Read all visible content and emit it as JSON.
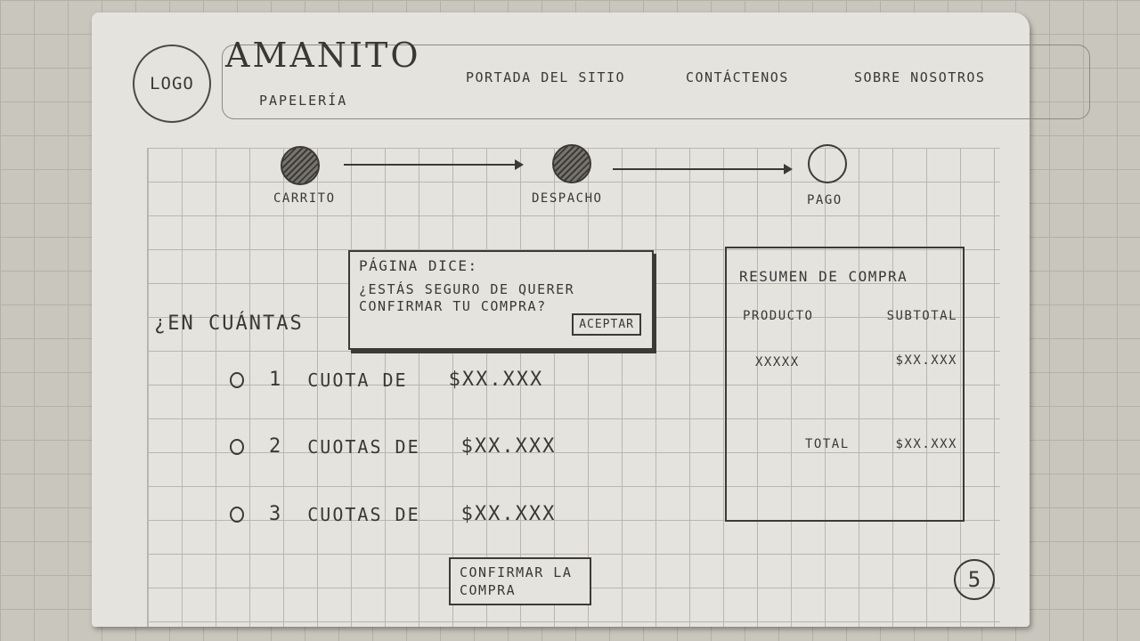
{
  "header": {
    "logo_text": "LOGO",
    "brand_name": "AMANITO",
    "brand_sub": "PAPELERÍA",
    "nav": [
      "PORTADA DEL SITIO",
      "CONTÁCTENOS",
      "SOBRE NOSOTROS"
    ]
  },
  "steps": [
    {
      "label": "CARRITO",
      "state": "done"
    },
    {
      "label": "DESPACHO",
      "state": "done"
    },
    {
      "label": "PAGO",
      "state": "current"
    }
  ],
  "question": "¿EN CUÁNTAS",
  "dialog": {
    "title": "PÁGINA DICE:",
    "message": "¿ESTÁS SEGURO DE QUERER CONFIRMAR TU COMPRA?",
    "button": "ACEPTAR"
  },
  "options": [
    {
      "num": "1",
      "label": "CUOTA DE",
      "amount": "$XX.XXX"
    },
    {
      "num": "2",
      "label": "CUOTAS DE",
      "amount": "$XX.XXX"
    },
    {
      "num": "3",
      "label": "CUOTAS DE",
      "amount": "$XX.XXX"
    }
  ],
  "summary": {
    "title": "RESUMEN DE COMPRA",
    "col_product": "PRODUCTO",
    "col_subtotal": "SUBTOTAL",
    "item_product": "XXXXX",
    "item_subtotal": "$XX.XXX",
    "total_label": "TOTAL",
    "total_value": "$XX.XXX"
  },
  "confirm_button": "CONFIRMAR LA COMPRA",
  "page_number": "5"
}
